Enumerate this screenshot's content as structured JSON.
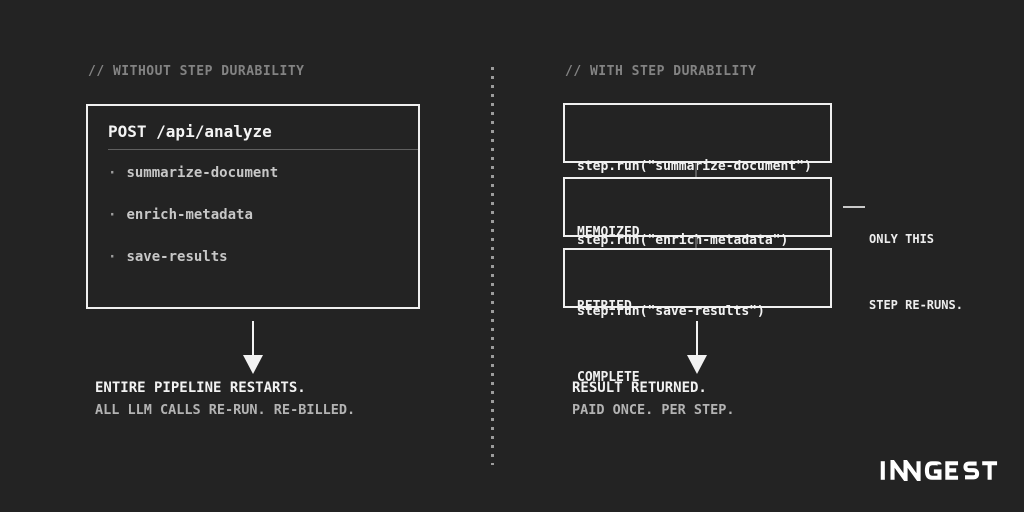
{
  "left": {
    "header": "// WITHOUT STEP DURABILITY",
    "card": {
      "title": "POST /api/analyze",
      "bullet": "·",
      "items": [
        "summarize-document",
        "enrich-metadata",
        "save-results"
      ]
    },
    "result_title": "ENTIRE PIPELINE RESTARTS.",
    "result_subtitle": "ALL LLM CALLS RE-RUN. RE-BILLED."
  },
  "right": {
    "header": "// WITH STEP DURABILITY",
    "steps": [
      {
        "code": "step.run(\"summarize-document\")",
        "status": "MEMOIZED"
      },
      {
        "code": "step.run(\"enrich-metadata\")",
        "status": "RETRIED"
      },
      {
        "code": "step.run(\"save-results\")",
        "status": "COMPLETE"
      }
    ],
    "annotation": {
      "line1": "ONLY THIS",
      "line2": "STEP RE-RUNS."
    },
    "result_title": "RESULT RETURNED.",
    "result_subtitle": "PAID ONCE. PER STEP."
  },
  "footer": {
    "logo_text": "INNGEST"
  },
  "colors": {
    "background": "#232323",
    "foreground": "#F2F2F2",
    "muted_header": "#838383",
    "secondary_text": "#B3B3B3",
    "box_border": "#F0F0F0",
    "divider_dots": "#9C9C9C"
  }
}
